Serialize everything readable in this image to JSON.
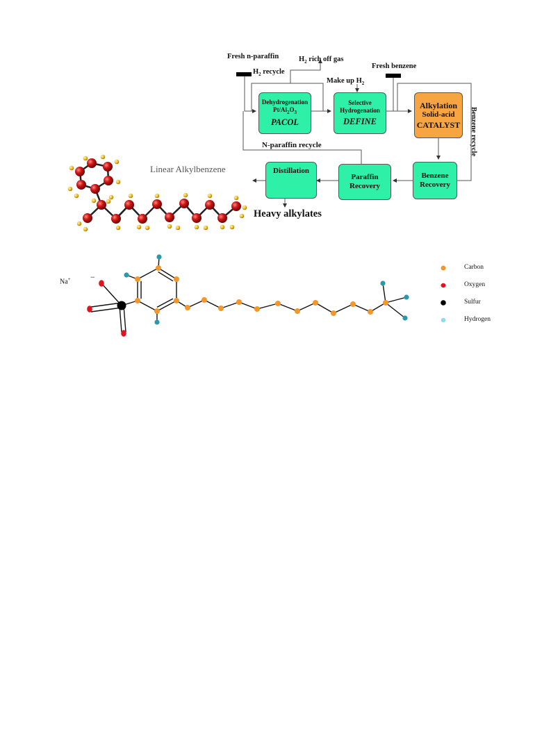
{
  "flowchart": {
    "fresh_nparaffin": "Fresh n-paraffin",
    "h2_recycle": "H",
    "h2_recycle_sub": "2",
    "h2_recycle_rest": " recycle",
    "h2_rich": "H",
    "h2_rich_sub": "2",
    "h2_rich_rest": " rich off gas",
    "make_up": "Make up H",
    "make_up_sub": "2",
    "fresh_benzene": "Fresh benzene",
    "benzene_recycle": "Benzene recycle",
    "nparaffin_recycle": "N-paraffin recycle",
    "heavy_alkylates": "Heavy alkylates",
    "lab_title": "Linear Alkylbenzene",
    "boxes": {
      "dehydro_line1": "Dehydrogenation",
      "dehydro_line2": "Pt/Al",
      "dehydro_sub1": "2",
      "dehydro_mid": "O",
      "dehydro_sub2": "3",
      "dehydro_name": "PACOL",
      "selective_line1": "Selective",
      "selective_line2": "Hydrogenation",
      "selective_name": "DEFINE",
      "alkylation_line1": "Alkylation",
      "alkylation_line2": "Solid-acid",
      "alkylation_line3": "CATALYST",
      "distillation": "Distillation",
      "paraffin_line1": "Paraffin",
      "paraffin_line2": "Recovery",
      "benzene_line1": "Benzene",
      "benzene_line2": "Recovery"
    }
  },
  "molecule": {
    "na_label": "Na",
    "na_charge": "+",
    "minus": "−"
  },
  "legend": [
    {
      "label": "Carbon",
      "color": "#f5962a"
    },
    {
      "label": "Oxygen",
      "color": "#e0141e"
    },
    {
      "label": "Sulfur",
      "color": "#000000"
    },
    {
      "label": "Hydrogen",
      "color": "#8fdcec"
    }
  ],
  "colors": {
    "box_green": "#2ef0a6",
    "box_orange": "#f7a543",
    "ball_red": "#c8141a",
    "ball_yellow": "#f2c22e",
    "carbon_orange": "#f5962a",
    "hydrogen_teal": "#2a9aa8"
  }
}
